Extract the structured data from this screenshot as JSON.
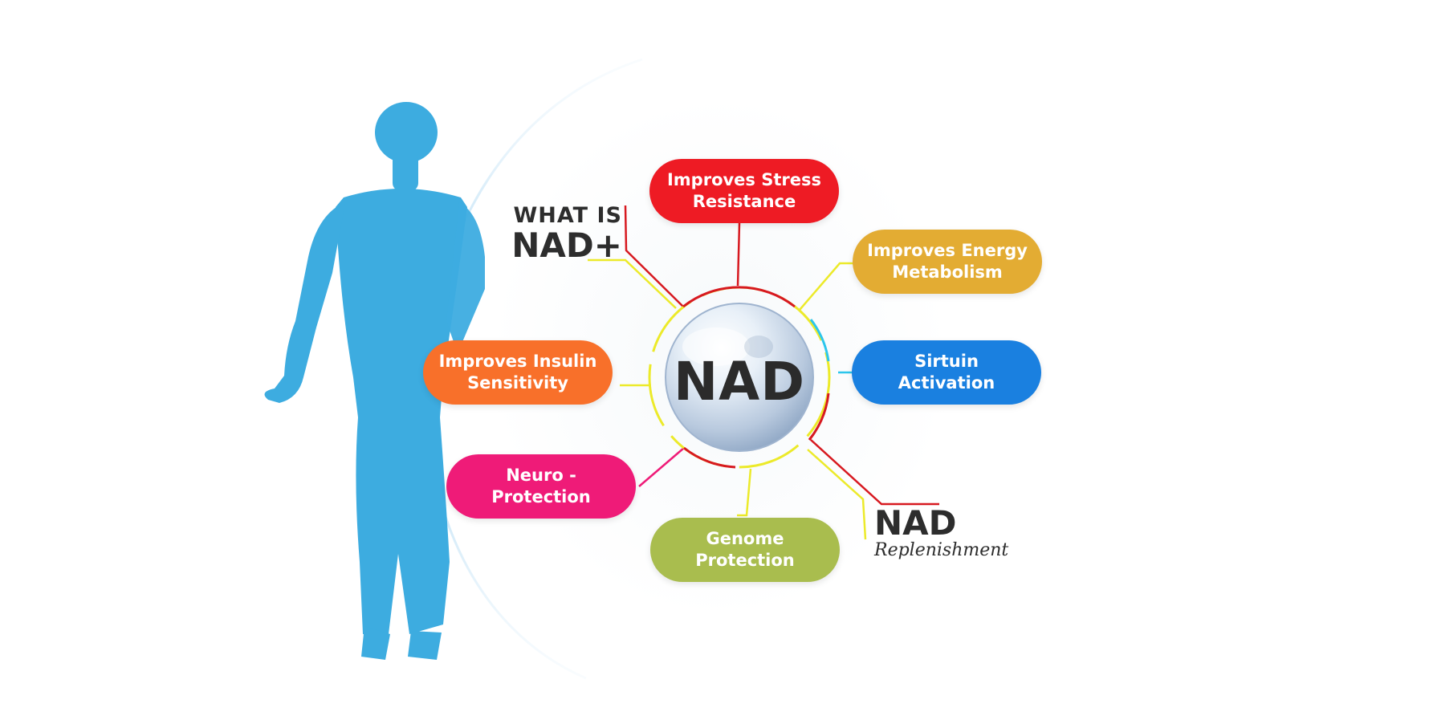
{
  "title": {
    "line1": "WHAT IS",
    "line2": "NAD+"
  },
  "center": {
    "label": "NAD"
  },
  "footer_label": {
    "line1": "NAD",
    "line2": "Replenishment"
  },
  "benefits": [
    {
      "id": "stress",
      "line1": "Improves Stress",
      "line2": "Resistance",
      "color": "#ee1b24"
    },
    {
      "id": "energy",
      "line1": "Improves Energy",
      "line2": "Metabolism",
      "color": "#e3ac33"
    },
    {
      "id": "sirtuin",
      "line1": "Sirtuin",
      "line2": "Activation",
      "color": "#1a80e0"
    },
    {
      "id": "insulin",
      "line1": "Improves Insulin",
      "line2": "Sensitivity",
      "color": "#f8702a"
    },
    {
      "id": "neuro",
      "line1": "Neuro -",
      "line2": "Protection",
      "color": "#ef1b78"
    },
    {
      "id": "genome",
      "line1": "Genome",
      "line2": "Protection",
      "color": "#a9bd4e"
    }
  ],
  "colors": {
    "body_silhouette": "#3dace0",
    "connector_red": "#d71920",
    "connector_yellow": "#ecea2a",
    "connector_cyan": "#2cc6ec",
    "arc": "#bfe0f5",
    "text_dark": "#2b2b2b"
  },
  "icons": {
    "figure": "human-body-silhouette-icon",
    "sphere": "glass-sphere-icon"
  }
}
